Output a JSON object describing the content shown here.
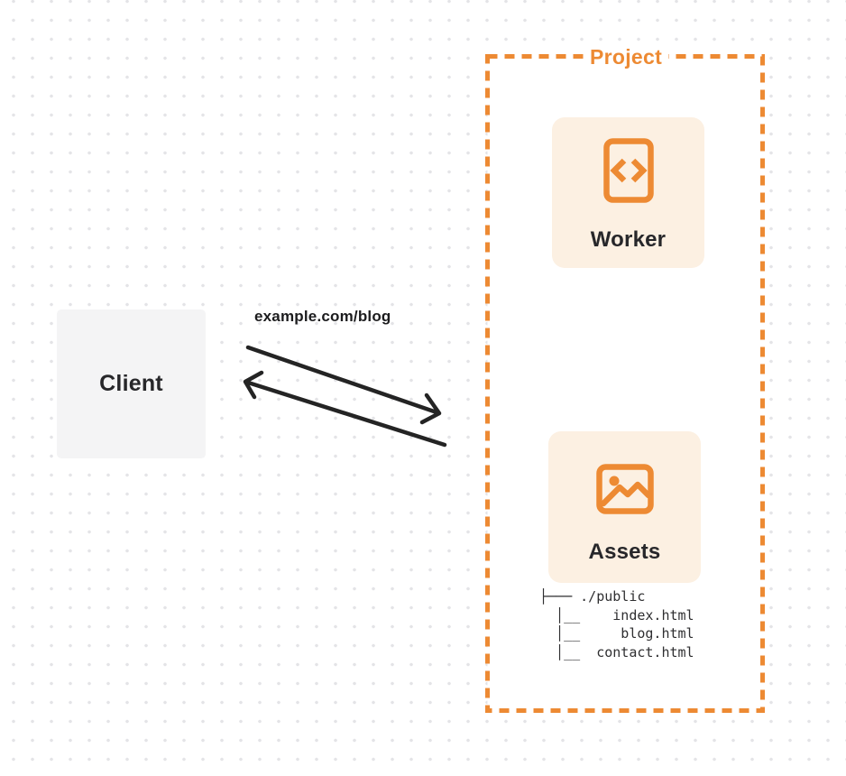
{
  "colors": {
    "orange": "#ED8A33",
    "card_bg": "#FCF0E2",
    "client_bg": "#F4F4F5",
    "text_dark": "#27272A",
    "arrow": "#242424",
    "dot": "#E4E4E7",
    "project_fill": "#FFFFFF"
  },
  "client": {
    "label": "Client"
  },
  "request": {
    "label": "example.com/blog"
  },
  "project": {
    "title": "Project",
    "worker": {
      "label": "Worker",
      "icon": "code-document-icon"
    },
    "assets": {
      "label": "Assets",
      "icon": "image-icon"
    },
    "file_tree": {
      "lines": [
        "├─── ./public",
        "  │__    index.html",
        "  │__     blog.html",
        "  │__  contact.html"
      ]
    }
  }
}
